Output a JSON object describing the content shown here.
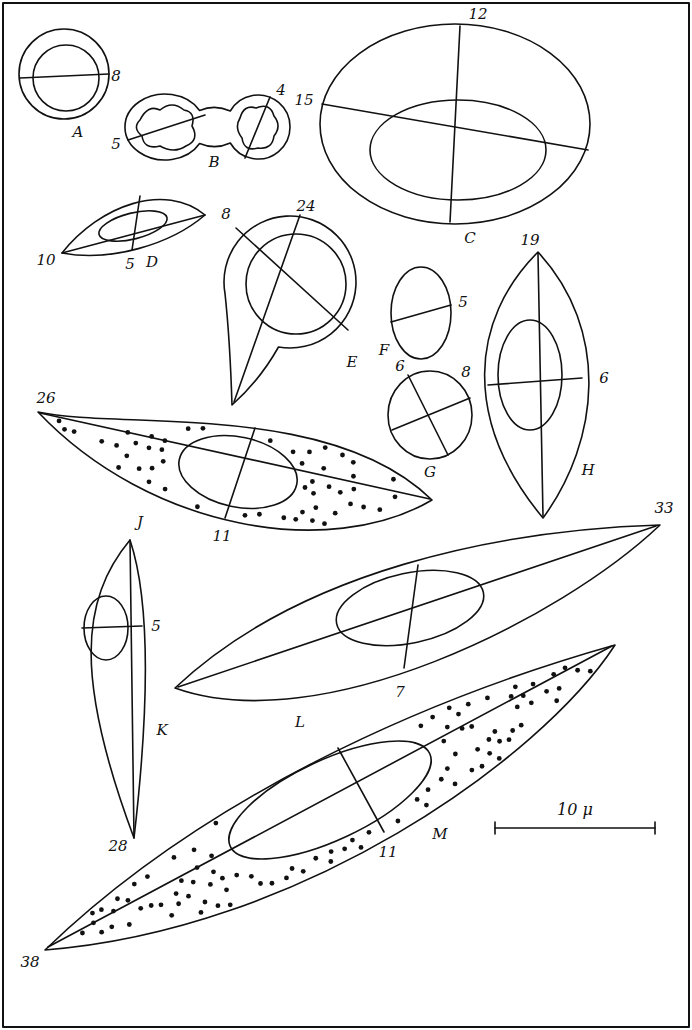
{
  "diagram": {
    "labels": [
      "8",
      "A",
      "5",
      "B",
      "4",
      "12",
      "15",
      "C",
      "10",
      "5",
      "D",
      "8",
      "24",
      "E",
      "F",
      "5",
      "6",
      "8",
      "G",
      "19",
      "6",
      "H",
      "26",
      "J",
      "11",
      "33",
      "L",
      "7",
      "5",
      "K",
      "28",
      "11",
      "M",
      "38",
      "10 μ"
    ]
  }
}
